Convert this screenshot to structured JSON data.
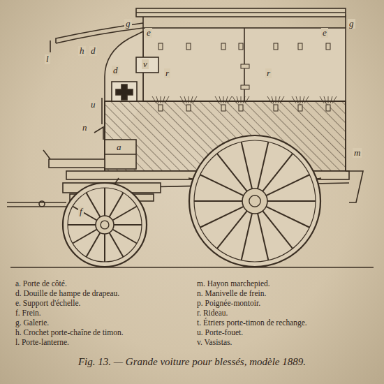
{
  "diagram": {
    "caption": "Fig. 13. — Grande voiture pour blessés, modèle 1889.",
    "labels": [
      "l",
      "h",
      "d",
      "d",
      "v",
      "u",
      "n",
      "a",
      "f",
      "r",
      "r",
      "g",
      "e",
      "e",
      "g",
      "m",
      "a. Porte de côté.",
      "d. Douille de hampe de drapeau.",
      "e. Support d'échelle.",
      "f. Frein.",
      "g. Galerie.",
      "h. Crochet porte-chaîne de timon.",
      "l. Porte-lanterne.",
      "m. Hayon marchepied.",
      "n. Manivelle de frein.",
      "p. Poignée-montoir.",
      "r. Rideau.",
      "t. Étriers porte-timon de rechange.",
      "u. Porte-fouet.",
      "v. Vasistas."
    ]
  }
}
